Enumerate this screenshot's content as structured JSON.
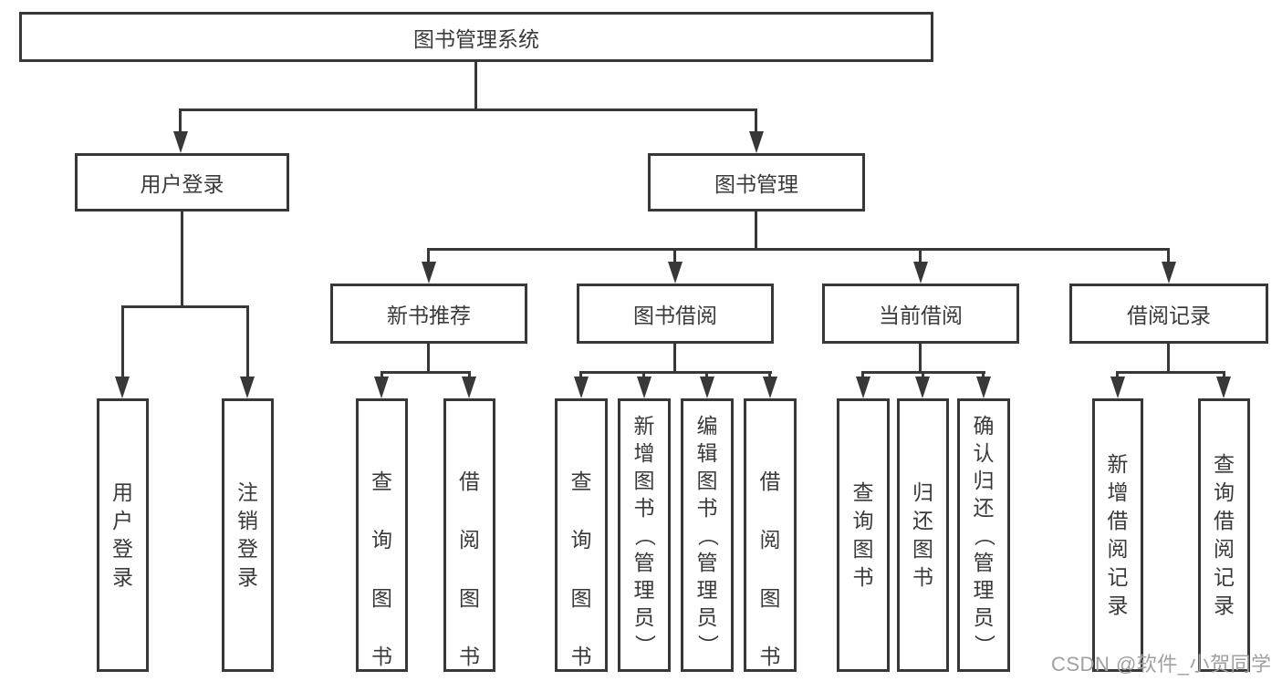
{
  "diagram": {
    "root": {
      "label": "图书管理系统"
    },
    "level2": [
      {
        "id": "user-login",
        "label": "用户登录"
      },
      {
        "id": "book-management",
        "label": "图书管理"
      }
    ],
    "level3": [
      {
        "id": "new-book-recommend",
        "label": "新书推荐"
      },
      {
        "id": "book-borrow",
        "label": "图书借阅"
      },
      {
        "id": "current-borrow",
        "label": "当前借阅"
      },
      {
        "id": "borrow-records",
        "label": "借阅记录"
      }
    ],
    "leaves": [
      {
        "id": "user-login-login",
        "parent": "user-login",
        "label": "用户登录"
      },
      {
        "id": "user-login-logout",
        "parent": "user-login",
        "label": "注销登录"
      },
      {
        "id": "recommend-query-book",
        "parent": "new-book-recommend",
        "label": "查询图书"
      },
      {
        "id": "recommend-borrow-book",
        "parent": "new-book-recommend",
        "label": "借阅图书"
      },
      {
        "id": "borrow-query-book",
        "parent": "book-borrow",
        "label": "查询图书"
      },
      {
        "id": "borrow-add-book-admin",
        "parent": "book-borrow",
        "label": "新增图书（管理员）"
      },
      {
        "id": "borrow-edit-book-admin",
        "parent": "book-borrow",
        "label": "编辑图书（管理员）"
      },
      {
        "id": "borrow-borrow-book",
        "parent": "book-borrow",
        "label": "借阅图书"
      },
      {
        "id": "current-query-book",
        "parent": "current-borrow",
        "label": "查询图书"
      },
      {
        "id": "current-return-book",
        "parent": "current-borrow",
        "label": "归还图书"
      },
      {
        "id": "current-confirm-return-admin",
        "parent": "current-borrow",
        "label": "确认归还（管理员）"
      },
      {
        "id": "records-add-record",
        "parent": "borrow-records",
        "label": "新增借阅记录"
      },
      {
        "id": "records-query-record",
        "parent": "borrow-records",
        "label": "查询借阅记录"
      }
    ]
  },
  "watermark": {
    "text": "CSDN @软件_小贺同学",
    "color": "#a0a0a0"
  },
  "colors": {
    "line": "#383838",
    "text": "#3a3a3a",
    "background": "#ffffff"
  }
}
